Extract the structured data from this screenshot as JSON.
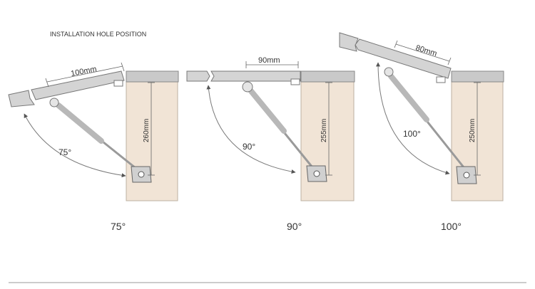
{
  "header": {
    "title": "INSTALLATION HOLE POSITION"
  },
  "diagrams": [
    {
      "angle_label": "75°",
      "caption": "75°",
      "horizontal_dim": "100mm",
      "vertical_dim": "260mm"
    },
    {
      "angle_label": "90°",
      "caption": "90°",
      "horizontal_dim": "90mm",
      "vertical_dim": "255mm"
    },
    {
      "angle_label": "100°",
      "caption": "100°",
      "horizontal_dim": "80mm",
      "vertical_dim": "250mm"
    }
  ],
  "colors": {
    "cabinet_side": "#f1e4d6",
    "top_panel": "#c9c9c9",
    "door_panel": "#d4d4d4",
    "outline": "#6f6f6f",
    "arc": "#7a7a7a"
  }
}
